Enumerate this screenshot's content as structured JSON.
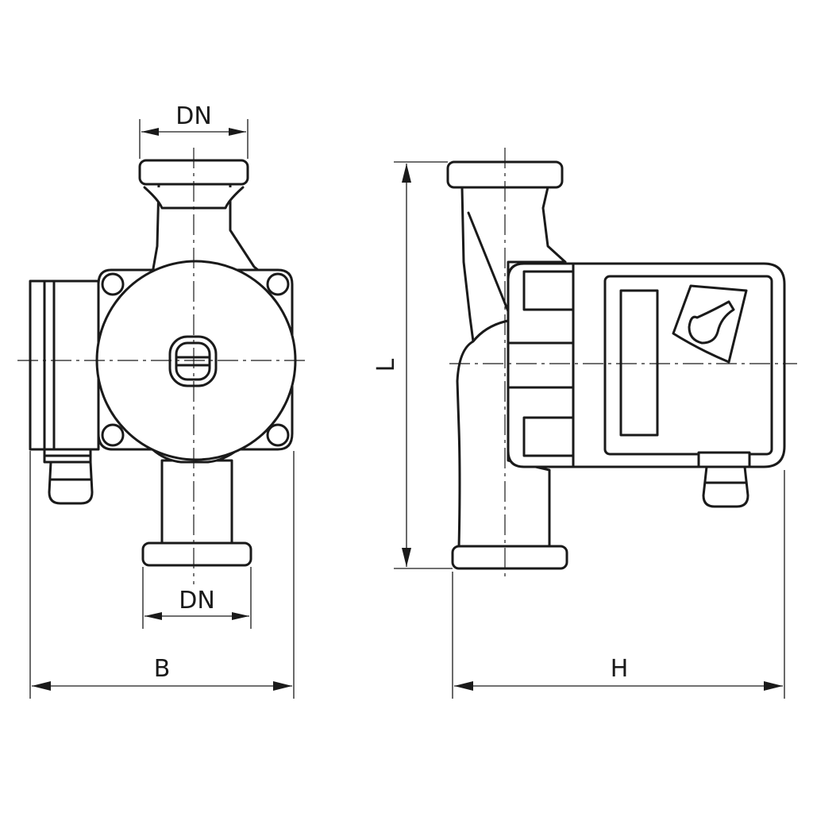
{
  "diagram": {
    "left_view": {
      "top_pipe_label": "DN",
      "bottom_pipe_label": "DN",
      "width_label": "B"
    },
    "right_view": {
      "length_label": "L",
      "height_label": "H"
    }
  }
}
